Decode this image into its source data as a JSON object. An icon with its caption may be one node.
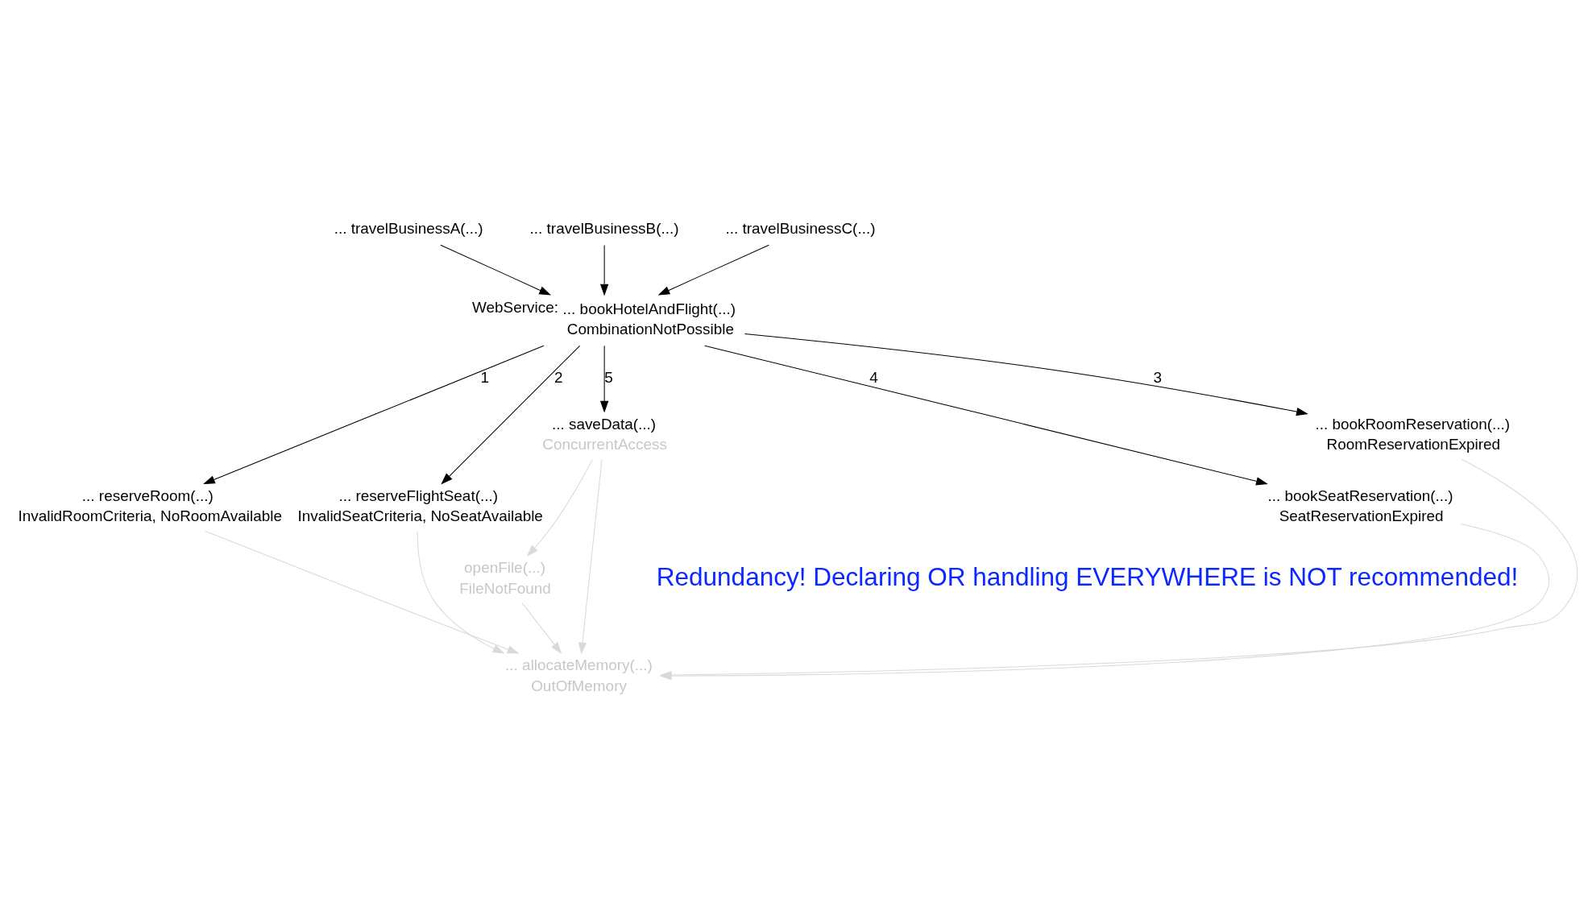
{
  "diagram": {
    "nodes": [
      {
        "text": [
          "... travelBusinessA(...)"
        ]
      },
      {
        "text": [
          "... travelBusinessB(...)"
        ]
      },
      {
        "text": [
          "... travelBusinessC(...)"
        ]
      },
      {
        "text": [
          "... bookHotelAndFlight(...)",
          "CombinationNotPossible"
        ],
        "beside": [
          "WebService:"
        ]
      },
      {
        "text": [
          "... reserveRoom(...)",
          "InvalidRoomCriteria, NoRoomAvailable"
        ]
      },
      {
        "text": [
          "... reserveFlightSeat(...)",
          "InvalidSeatCriteria, NoSeatAvailable"
        ]
      },
      {
        "text": [
          "... saveData(...)",
          "ConcurrentAccess"
        ]
      },
      {
        "text": [
          "... bookSeatReservation(...)",
          "SeatReservationExpired"
        ]
      },
      {
        "text": [
          "... bookRoomReservation(...)",
          "RoomReservationExpired"
        ]
      },
      {
        "text": [
          "openFile(...)",
          "FileNotFound"
        ]
      },
      {
        "text": [
          "... allocateMemory(...)",
          "OutOfMemory"
        ]
      }
    ],
    "edges": [
      {
        "from": 0,
        "to": 3,
        "arrow": "to"
      },
      {
        "from": 1,
        "to": 3,
        "arrow": "to"
      },
      {
        "from": 2,
        "to": 3,
        "arrow": "to"
      },
      {
        "from": 3,
        "to": 4,
        "arrow": "to",
        "label": "1"
      },
      {
        "from": 3,
        "to": 5,
        "arrow": "to",
        "label": "2"
      },
      {
        "from": 3,
        "to": 8,
        "arrow": "to",
        "label": "3"
      },
      {
        "from": 3,
        "to": 7,
        "arrow": "to",
        "label": "4"
      },
      {
        "from": 3,
        "to": 6,
        "arrow": "to",
        "label": "5"
      },
      {
        "from": 6,
        "to": 9,
        "arrow": "to",
        "color": "#d9d9d9"
      },
      {
        "from": 9,
        "to": 10,
        "arrow": "to",
        "color": "#d9d9d9"
      },
      {
        "from": 4,
        "to": 10,
        "arrow": "to",
        "color": "#d9d9d9"
      },
      {
        "from": 5,
        "to": 10,
        "arrow": "to",
        "color": "#d9d9d9"
      },
      {
        "from": 6,
        "to": 10,
        "arrow": "to",
        "color": "#d9d9d9"
      },
      {
        "from": 7,
        "to": 10,
        "arrow": "to",
        "color": "#d9d9d9"
      },
      {
        "from": 8,
        "to": 10,
        "arrow": "to",
        "color": "#d9d9d9"
      }
    ],
    "labels": [
      "Redundancy! Declaring OR handling EVERYWHERE is NOT recommended!"
    ]
  }
}
